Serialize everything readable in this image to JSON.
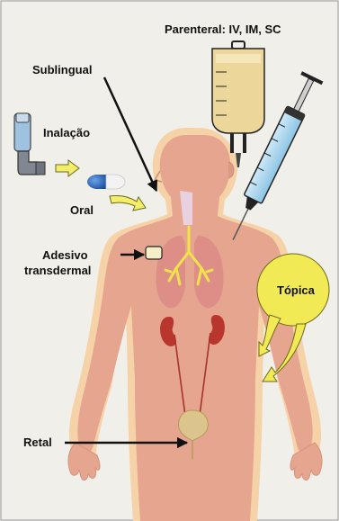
{
  "labels": {
    "parenteral": "Parenteral: IV, IM, SC",
    "sublingual": "Sublingual",
    "inhalation": "Inalação",
    "oral": "Oral",
    "transdermal_line1": "Adesivo",
    "transdermal_line2": "transdermal",
    "topical": "Tópica",
    "rectal": "Retal"
  },
  "colors": {
    "background": "#f1efe9",
    "body_fill": "#e6a58f",
    "body_glow": "#f6d2a8",
    "lungs": "#d98a86",
    "kidneys": "#b9362e",
    "bladder": "#dcc58c",
    "iv_bag": "#ecd69a",
    "syringe_liquid": "#a9d6ee",
    "topical_bubble": "#f2ea55",
    "arrow_yellow": "#f3ee6a",
    "capsule_blue": "#2d6fc0",
    "inhaler_blue": "#9fc2e0"
  }
}
